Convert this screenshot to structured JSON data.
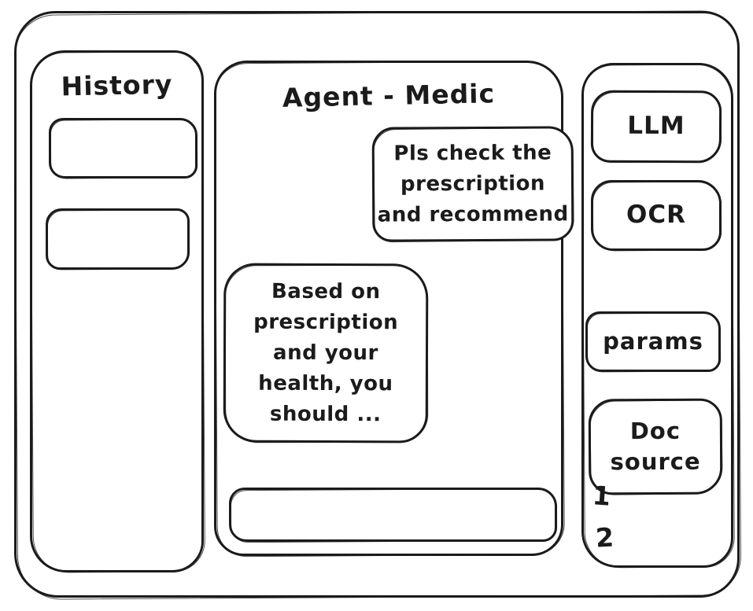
{
  "app": {
    "background_color": "#ffffff",
    "stroke_color": "#1b1b1b"
  },
  "sidebar": {
    "title": "History",
    "items": [
      {
        "label": ""
      },
      {
        "label": ""
      }
    ]
  },
  "chat": {
    "title": "Agent - Medic",
    "messages": [
      {
        "role": "user",
        "text": "Pls check the\nprescription\nand recommend"
      },
      {
        "role": "assistant",
        "text": "Based on\nprescription\nand your\nhealth, you\nshould ..."
      }
    ],
    "input": {
      "value": "",
      "placeholder": ""
    }
  },
  "tools": {
    "buttons": [
      {
        "id": "llm",
        "label": "LLM"
      },
      {
        "id": "ocr",
        "label": "OCR"
      },
      {
        "id": "params",
        "label": "params"
      },
      {
        "id": "doc-source",
        "label": "Doc\nsource"
      }
    ],
    "doc_source_items": [
      "1",
      "2"
    ]
  }
}
